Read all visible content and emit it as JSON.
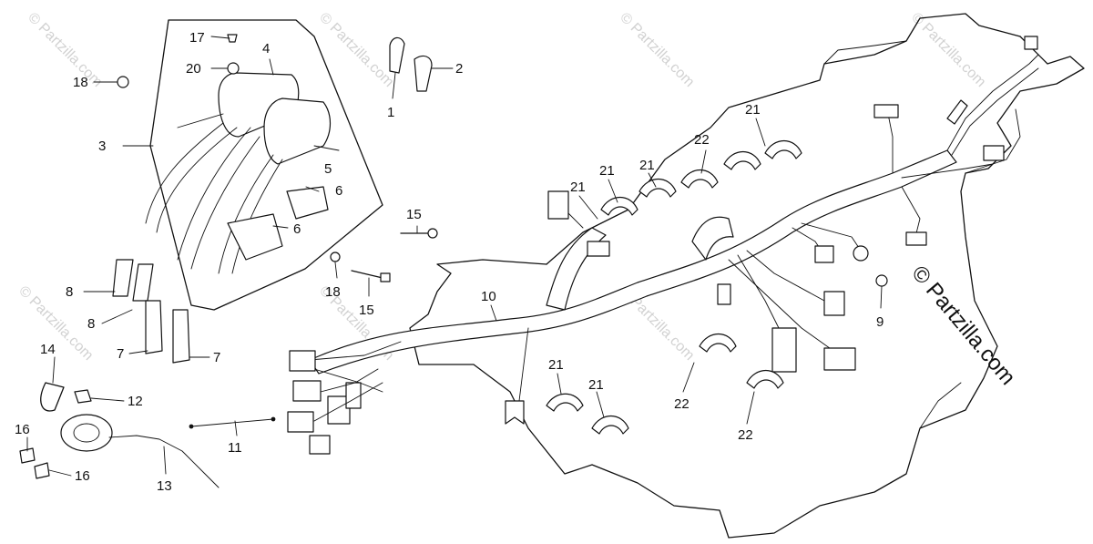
{
  "watermark": {
    "text": "© Partzilla.com",
    "corner_text": "© Partzilla.com"
  },
  "callouts": {
    "p1": "1",
    "p2": "2",
    "p3": "3",
    "p4": "4",
    "p5": "5",
    "p6": "6",
    "p7": "7",
    "p8": "8",
    "p9": "9",
    "p10": "10",
    "p11": "11",
    "p12": "12",
    "p13": "13",
    "p14": "14",
    "p15": "15",
    "p16": "16",
    "p17": "17",
    "p18": "18",
    "p20": "20",
    "p21": "21",
    "p22": "22"
  }
}
